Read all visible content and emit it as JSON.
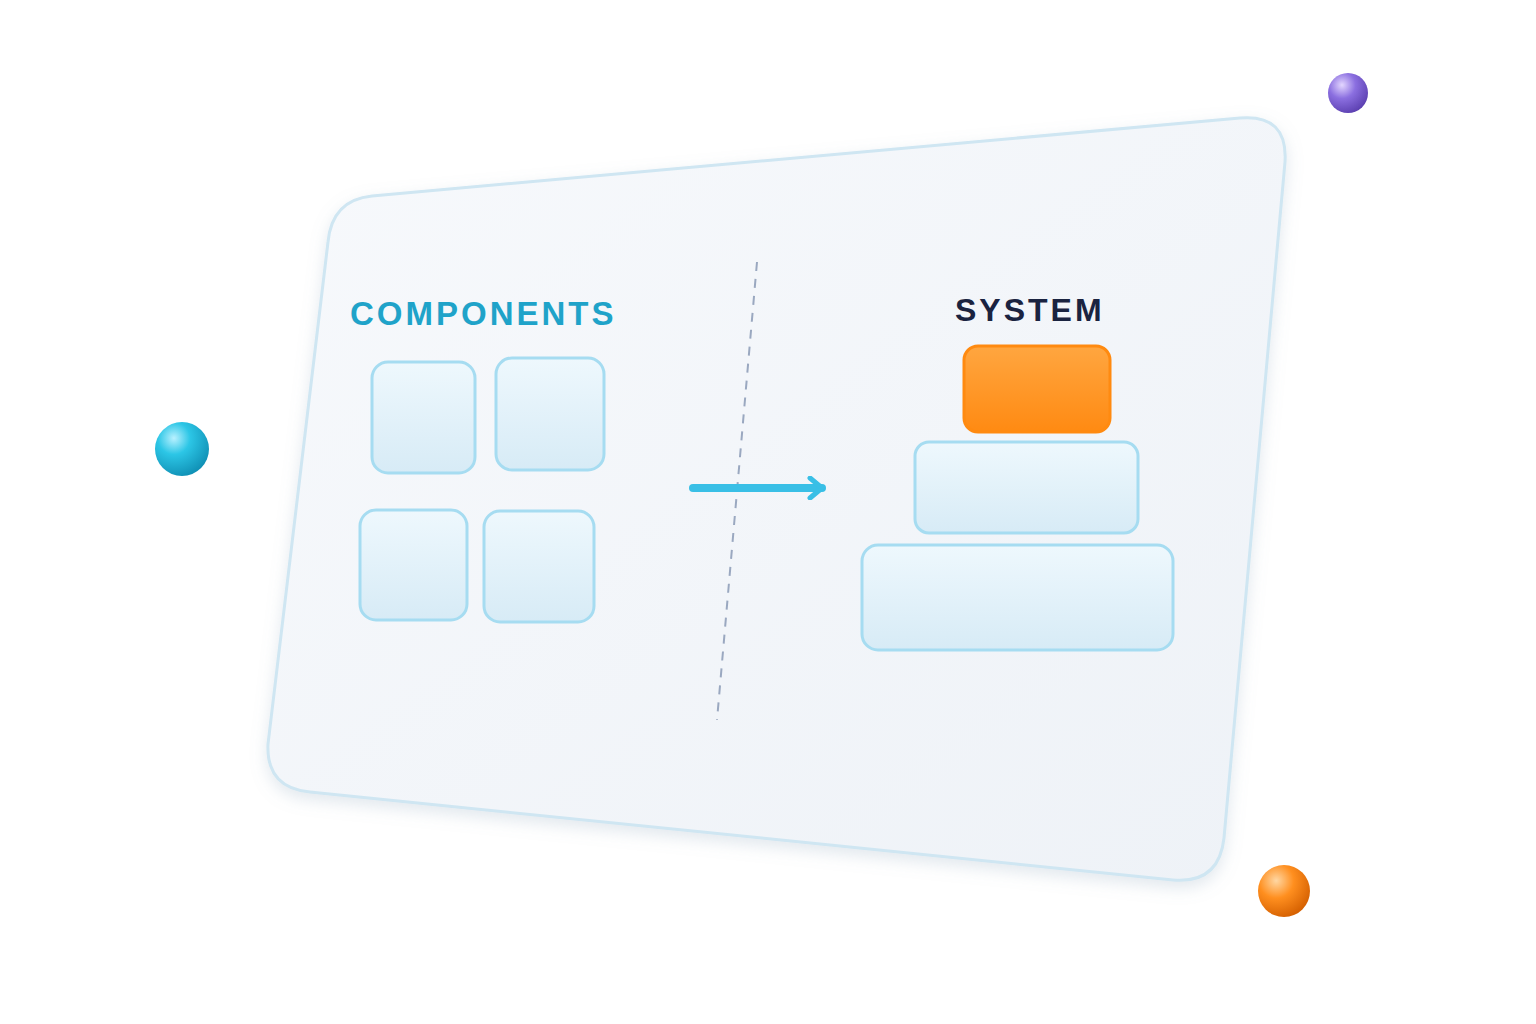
{
  "diagram": {
    "nodes": [
      {
        "text": [
          "COMPONENTS"
        ]
      },
      {
        "text": [
          "SYSTEM"
        ]
      }
    ],
    "edges": [
      {
        "from": 0,
        "to": 1,
        "arrow": "to"
      }
    ]
  }
}
